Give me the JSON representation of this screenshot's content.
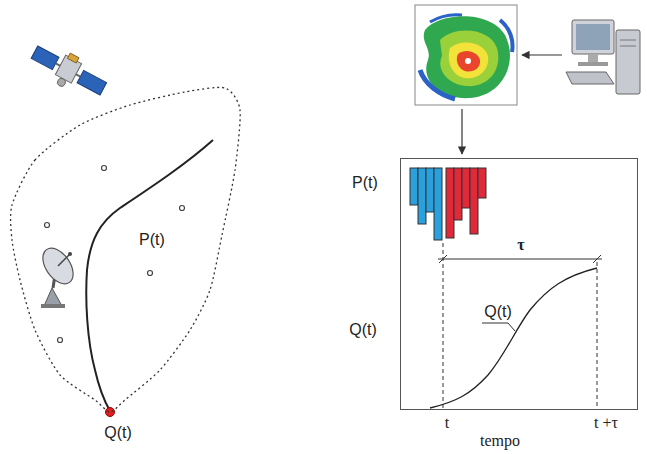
{
  "diagram": {
    "nodes": [
      {
        "text": [
          "P(t)"
        ]
      },
      {
        "text": [
          "τ",
          "Q(t)"
        ]
      }
    ],
    "labels": [
      "Q(t)",
      "P(t)",
      "Q(t)",
      "t",
      "t +τ",
      "tempo"
    ]
  }
}
